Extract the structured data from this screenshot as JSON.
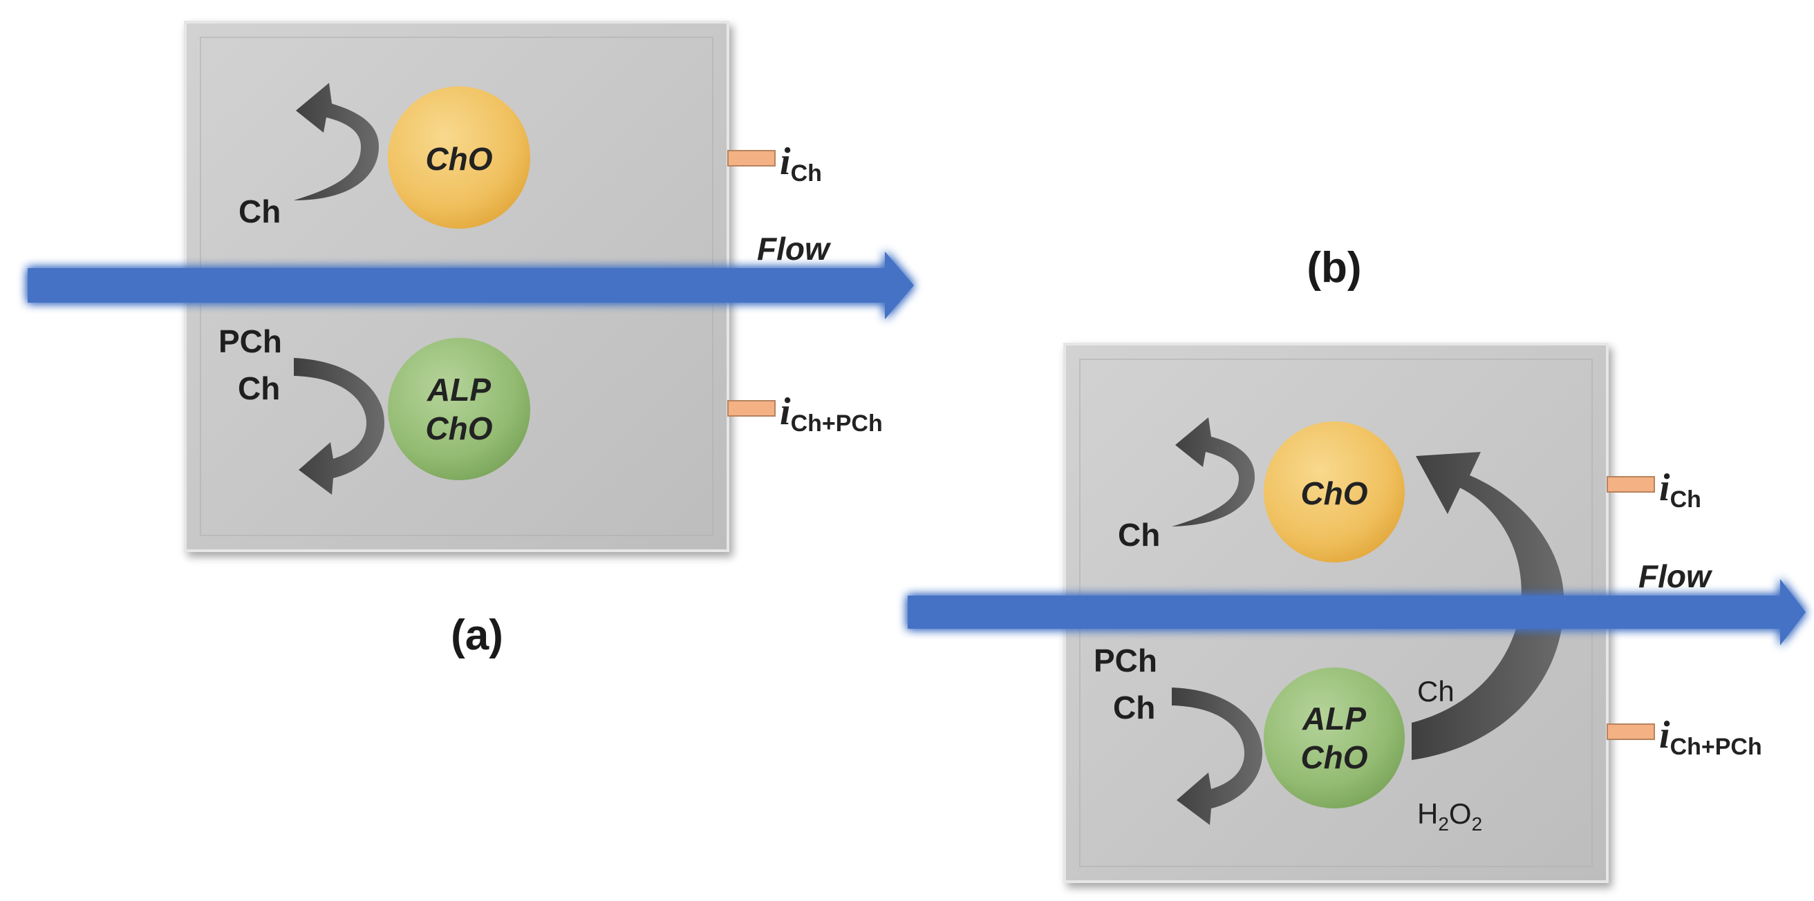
{
  "panel_a": {
    "label": "(a)",
    "flow_label": "Flow",
    "top_enzyme": "ChO",
    "top_substrate": "Ch",
    "bottom_enzyme_line1": "ALP",
    "bottom_enzyme_line2": "ChO",
    "bottom_substrate_line1": "PCh",
    "bottom_substrate_line2": "Ch",
    "current_top_symbol": "i",
    "current_top_sub": "Ch",
    "current_bottom_symbol": "i",
    "current_bottom_sub": "Ch+PCh"
  },
  "panel_b": {
    "label": "(b)",
    "flow_label": "Flow",
    "top_enzyme": "ChO",
    "top_substrate": "Ch",
    "bottom_enzyme_line1": "ALP",
    "bottom_enzyme_line2": "ChO",
    "bottom_substrate_line1": "PCh",
    "bottom_substrate_line2": "Ch",
    "transfer_label_top": "Ch",
    "transfer_label_bottom": "H",
    "transfer_sub_1": "2",
    "transfer_label_bottom_2": "O",
    "transfer_sub_2": "2",
    "current_top_symbol": "i",
    "current_top_sub": "Ch",
    "current_bottom_symbol": "i",
    "current_bottom_sub": "Ch+PCh"
  },
  "colors": {
    "chamber": "#c5c5c5",
    "flow_arrow": "#4472c4",
    "cho_enzyme": "#f2c263",
    "alp_cho_enzyme": "#93bb72",
    "electrode": "#f4b183",
    "reaction_arrow": "#555555"
  }
}
